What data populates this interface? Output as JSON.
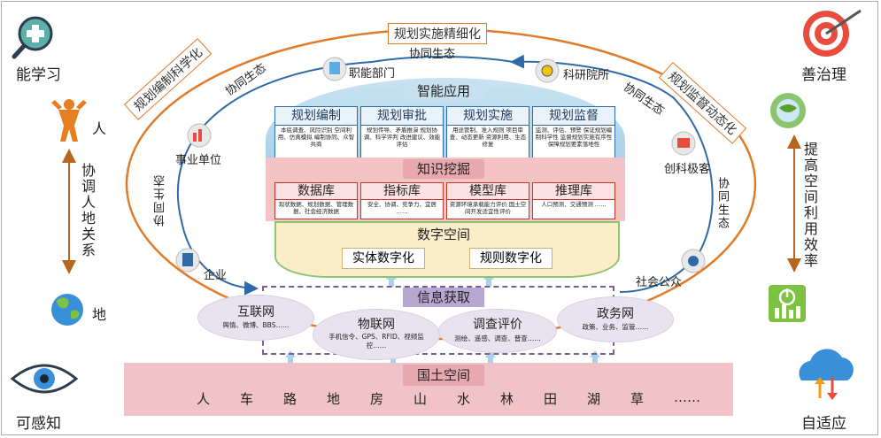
{
  "corners": {
    "top_left": "能学习",
    "top_right": "善治理",
    "bottom_left": "可感知",
    "bottom_right": "自适应"
  },
  "left_axis": {
    "top": "人",
    "middle": "协调人地关系",
    "bottom": "地"
  },
  "right_axis": {
    "middle": "提高空间利用效率"
  },
  "outer_tags": {
    "top": "规划实施精细化",
    "left": "规划编制科学化",
    "right": "规划监督动态化"
  },
  "cooperation": "协同生态",
  "stakeholders": {
    "gov_dept": "职能部门",
    "research": "科研院所",
    "public_unit": "事业单位",
    "maker": "创科极客",
    "enterprise": "企业",
    "public": "社会公众"
  },
  "smart_app": {
    "title": "智能应用",
    "cards": [
      {
        "title": "规划编制",
        "body": "本底调查、风险识别 空间利用、仿真模拟 编制协同、众智共商"
      },
      {
        "title": "规划审批",
        "body": "规划传导、矛盾推演 规划协调、科学评判 改进建议、效能评估"
      },
      {
        "title": "规划实施",
        "body": "用途管制、准入规则 项目审查、动态更新 资源利用、生态修复"
      },
      {
        "title": "规划监督",
        "body": "监测、评估、预警 保证规划编制科学性 监督规划实施有序性 保障规划要素落地性"
      }
    ]
  },
  "knowledge": {
    "title": "知识挖掘",
    "dbs": [
      {
        "title": "数据库",
        "body": "现状数据、规划数据、管理数据、社会经济数据"
      },
      {
        "title": "指标库",
        "body": "安全、协调、竞争力、宜居 ……"
      },
      {
        "title": "模型库",
        "body": "资源环境承载能力评价 国土空间开发适宜性评价"
      },
      {
        "title": "推理库",
        "body": "人口预测、交通预测 ……"
      }
    ]
  },
  "digital": {
    "title": "数字空间",
    "left": "实体数字化",
    "right": "规则数字化"
  },
  "info": {
    "title": "信息获取",
    "sources": [
      {
        "title": "互联网",
        "body": "舆情、微博、BBS……"
      },
      {
        "title": "物联网",
        "body": "手机信令、GPS、RFID、视频监控……"
      },
      {
        "title": "调查评价",
        "body": "测绘、遥感、调查、普查……"
      },
      {
        "title": "政务网",
        "body": "政策、业务、监管……"
      }
    ]
  },
  "land": {
    "title": "国土空间",
    "items": [
      "人",
      "车",
      "路",
      "地",
      "房",
      "山",
      "水",
      "林",
      "田",
      "湖",
      "草",
      "……"
    ]
  },
  "colors": {
    "orange": "#e07b2a",
    "blue": "#2f6aa8",
    "red": "#c0392b",
    "purple": "#7a5e9a"
  }
}
